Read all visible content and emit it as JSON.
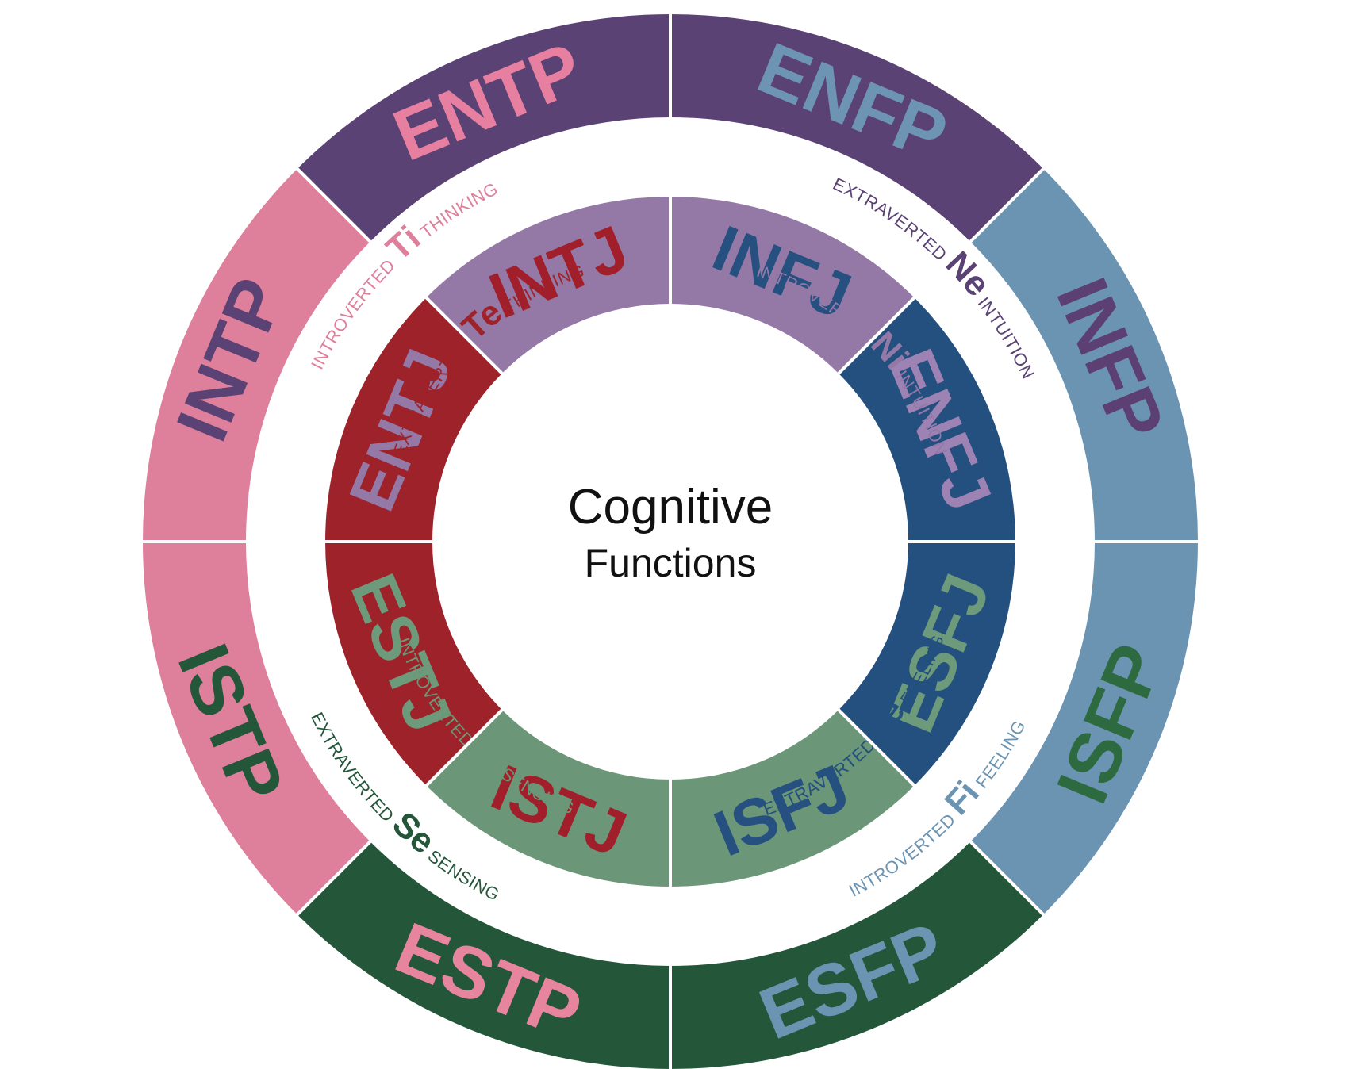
{
  "center": {
    "line1": "Cognitive",
    "line2": "Functions"
  },
  "outer_segments": [
    {
      "type": "ENFP",
      "fill": "#5b4275",
      "text_color": "#6e94b4"
    },
    {
      "type": "INFP",
      "fill": "#6b94b2",
      "text_color": "#5c3f73"
    },
    {
      "type": "ISFP",
      "fill": "#6b94b2",
      "text_color": "#2e6a3f"
    },
    {
      "type": "ESFP",
      "fill": "#24573a",
      "text_color": "#6b94b2"
    },
    {
      "type": "ESTP",
      "fill": "#24573a",
      "text_color": "#e7859f"
    },
    {
      "type": "ISTP",
      "fill": "#de7f9c",
      "text_color": "#24573a"
    },
    {
      "type": "INTP",
      "fill": "#de7f9c",
      "text_color": "#5b4275"
    },
    {
      "type": "ENTP",
      "fill": "#5b4275",
      "text_color": "#e77fa0"
    }
  ],
  "inner_segments": [
    {
      "type": "INFJ",
      "fill": "#9479a7",
      "text_color": "#25507f"
    },
    {
      "type": "ENFJ",
      "fill": "#23507f",
      "text_color": "#9d82b4"
    },
    {
      "type": "ESFJ",
      "fill": "#23507f",
      "text_color": "#6d9a7a"
    },
    {
      "type": "ISFJ",
      "fill": "#6b9677",
      "text_color": "#25507f"
    },
    {
      "type": "ISTJ",
      "fill": "#6b9677",
      "text_color": "#a11f2b"
    },
    {
      "type": "ESTJ",
      "fill": "#9e2229",
      "text_color": "#6d9a7a"
    },
    {
      "type": "ENTJ",
      "fill": "#9e2229",
      "text_color": "#9479a7"
    },
    {
      "type": "INTJ",
      "fill": "#9479a7",
      "text_color": "#a11f2b"
    }
  ],
  "outer_functions": [
    {
      "prefix": "EXTRAVERTED",
      "code": "Ne",
      "suffix": "INTUITION",
      "color": "#5b4275"
    },
    {
      "prefix": "INTROVERTED",
      "code": "Fi",
      "suffix": "FEELING",
      "color": "#6b94b2"
    },
    {
      "prefix": "EXTRAVERTED",
      "code": "Se",
      "suffix": "SENSING",
      "color": "#24573a"
    },
    {
      "prefix": "INTROVERTED",
      "code": "Ti",
      "suffix": "THINKING",
      "color": "#de7f9c"
    }
  ],
  "inner_functions": [
    {
      "prefix": "INTROVERTED",
      "code": "Ni",
      "suffix": "INTUITION",
      "color": "#9479a7"
    },
    {
      "prefix": "EXTRAVERTED",
      "code": "Fe",
      "suffix": "FEELING",
      "color": "#23507f"
    },
    {
      "prefix": "INTROVERTED",
      "code": "Si",
      "suffix": "SENSING",
      "color": "#6b9677"
    },
    {
      "prefix": "EXTRAVERTED",
      "code": "Te",
      "suffix": "THINKING",
      "color": "#9e2229"
    }
  ]
}
